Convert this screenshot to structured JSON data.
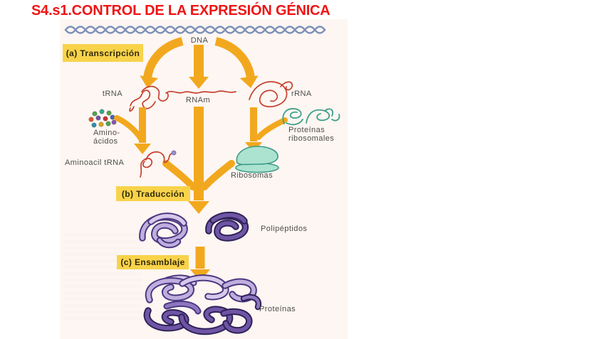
{
  "title": "S4.s1.CONTROL DE LA EXPRESIÓN GÉNICA",
  "diagram": {
    "dna_label": "DNA",
    "steps": {
      "a": "(a) Transcripción",
      "b": "(b) Traducción",
      "c": "(c) Ensamblaje"
    },
    "labels": {
      "trna": "tRNA",
      "rnam": "RNAm",
      "rrna": "rRNA",
      "amino_line1": "Amino-",
      "amino_line2": "ácidos",
      "prot_ribo_line1": "Proteínas",
      "prot_ribo_line2": "ribosomales",
      "aminoacil_trna": "Aminoacil tRNA",
      "ribosomas": "Ribosomas",
      "polipeptidos": "Polipéptidos",
      "proteinas": "Proteínas"
    },
    "colors": {
      "title_red": "#F01414",
      "arrow_orange": "#F2A81E",
      "step_box_yellow": "#F8D34A",
      "step_text": "#33290A",
      "rna_red": "#C5402E",
      "dna_helix_blue": "#7C90B8",
      "ribosome_fill": "#ABE3D0",
      "ribosome_outline": "#3D9B85",
      "ribosomal_protein_teal": "#3FA08B",
      "polypeptide_light": "#BFAEDE",
      "polypeptide_lighter": "#D6C9EC",
      "polypeptide_light_outline": "#4A3880",
      "polypeptide_dark": "#6F55A5",
      "polypeptide_dark_outline": "#2E2158",
      "trna_bead_purple": "#9D8FCC",
      "label_text": "#4D4D4D",
      "scan_bg": "#FDF6F2",
      "amino_bead_colors": [
        "#4CA64C",
        "#3AA78F",
        "#55A347",
        "#E2562B",
        "#7B4FA6",
        "#CF2F2F",
        "#3F64B5",
        "#2F8FB0",
        "#D9A520",
        "#4CA64C",
        "#8A56B0"
      ]
    }
  }
}
